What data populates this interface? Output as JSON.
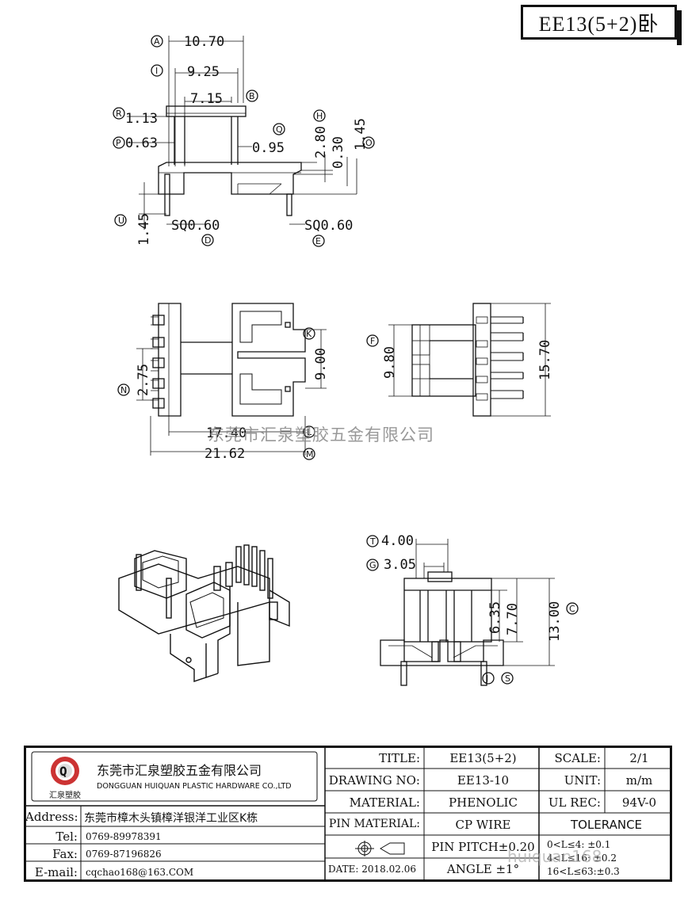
{
  "header_title": "EE13(5+2)卧",
  "watermark": "东莞市汇泉塑胶五金有限公司",
  "watermark_url": "huiquan168",
  "dimensions": {
    "A": "10.70",
    "I": "9.25",
    "B_val": "7.15",
    "R": "1.13",
    "P": "0.63",
    "Q": "0.95",
    "H": "2.80",
    "h030": "0.30",
    "O": "1.45",
    "U": "1.45",
    "D": "SQ0.60",
    "E": "SQ0.60",
    "N": "2.75",
    "K": "9.00",
    "L": "17.40",
    "M": "21.62",
    "F": "9.80",
    "O2": "15.70",
    "T": "4.00",
    "G": "3.05",
    "J": "6.35",
    "S": "7.70",
    "C": "13.00"
  },
  "circle_labels": {
    "A": "A",
    "I": "I",
    "B": "B",
    "R": "R",
    "P": "P",
    "Q": "Q",
    "H": "H",
    "O": "O",
    "U": "U",
    "D": "D",
    "E": "E",
    "K": "K",
    "N": "N",
    "L": "L",
    "M": "M",
    "F": "F",
    "T": "T",
    "G": "G",
    "C": "C",
    "J": "J",
    "S": "S"
  },
  "company": {
    "name_cn": "东莞市汇泉塑胶五金有限公司",
    "name_en": "DONGGUAN HUIQUAN PLASTIC HARDWARE CO.,LTD",
    "logo_text": "汇泉塑胶",
    "logo_letter": "Q"
  },
  "contact": {
    "address_label": "Address:",
    "address": "东莞市樟木头镇樟洋银洋工业区K栋",
    "tel_label": "Tel:",
    "tel": "0769-89978391",
    "fax_label": "Fax:",
    "fax": "0769-87196826",
    "email_label": "E-mail:",
    "email": "cqchao168@163.COM"
  },
  "info": {
    "title_label": "TITLE:",
    "title": "EE13(5+2)",
    "drawing_label": "DRAWING NO:",
    "drawing": "EE13-10",
    "material_label": "MATERIAL:",
    "material": "PHENOLIC",
    "pin_label": "PIN MATERIAL:",
    "pin": "CP WIRE",
    "pitch": "PIN PITCH±0.20",
    "angle": "ANGLE  ±1°",
    "date": "DATE: 2018.02.06",
    "scale_label": "SCALE:",
    "scale": "2/1",
    "unit_label": "UNIT:",
    "unit": "m/m",
    "ul_label": "UL REC:",
    "ul": "94V-0",
    "tolerance_label": "TOLERANCE",
    "tol1": "0<L≤4:   ±0.1",
    "tol2": "4<L≤16:  ±0.2",
    "tol3": "16<L≤63:±0.3"
  }
}
